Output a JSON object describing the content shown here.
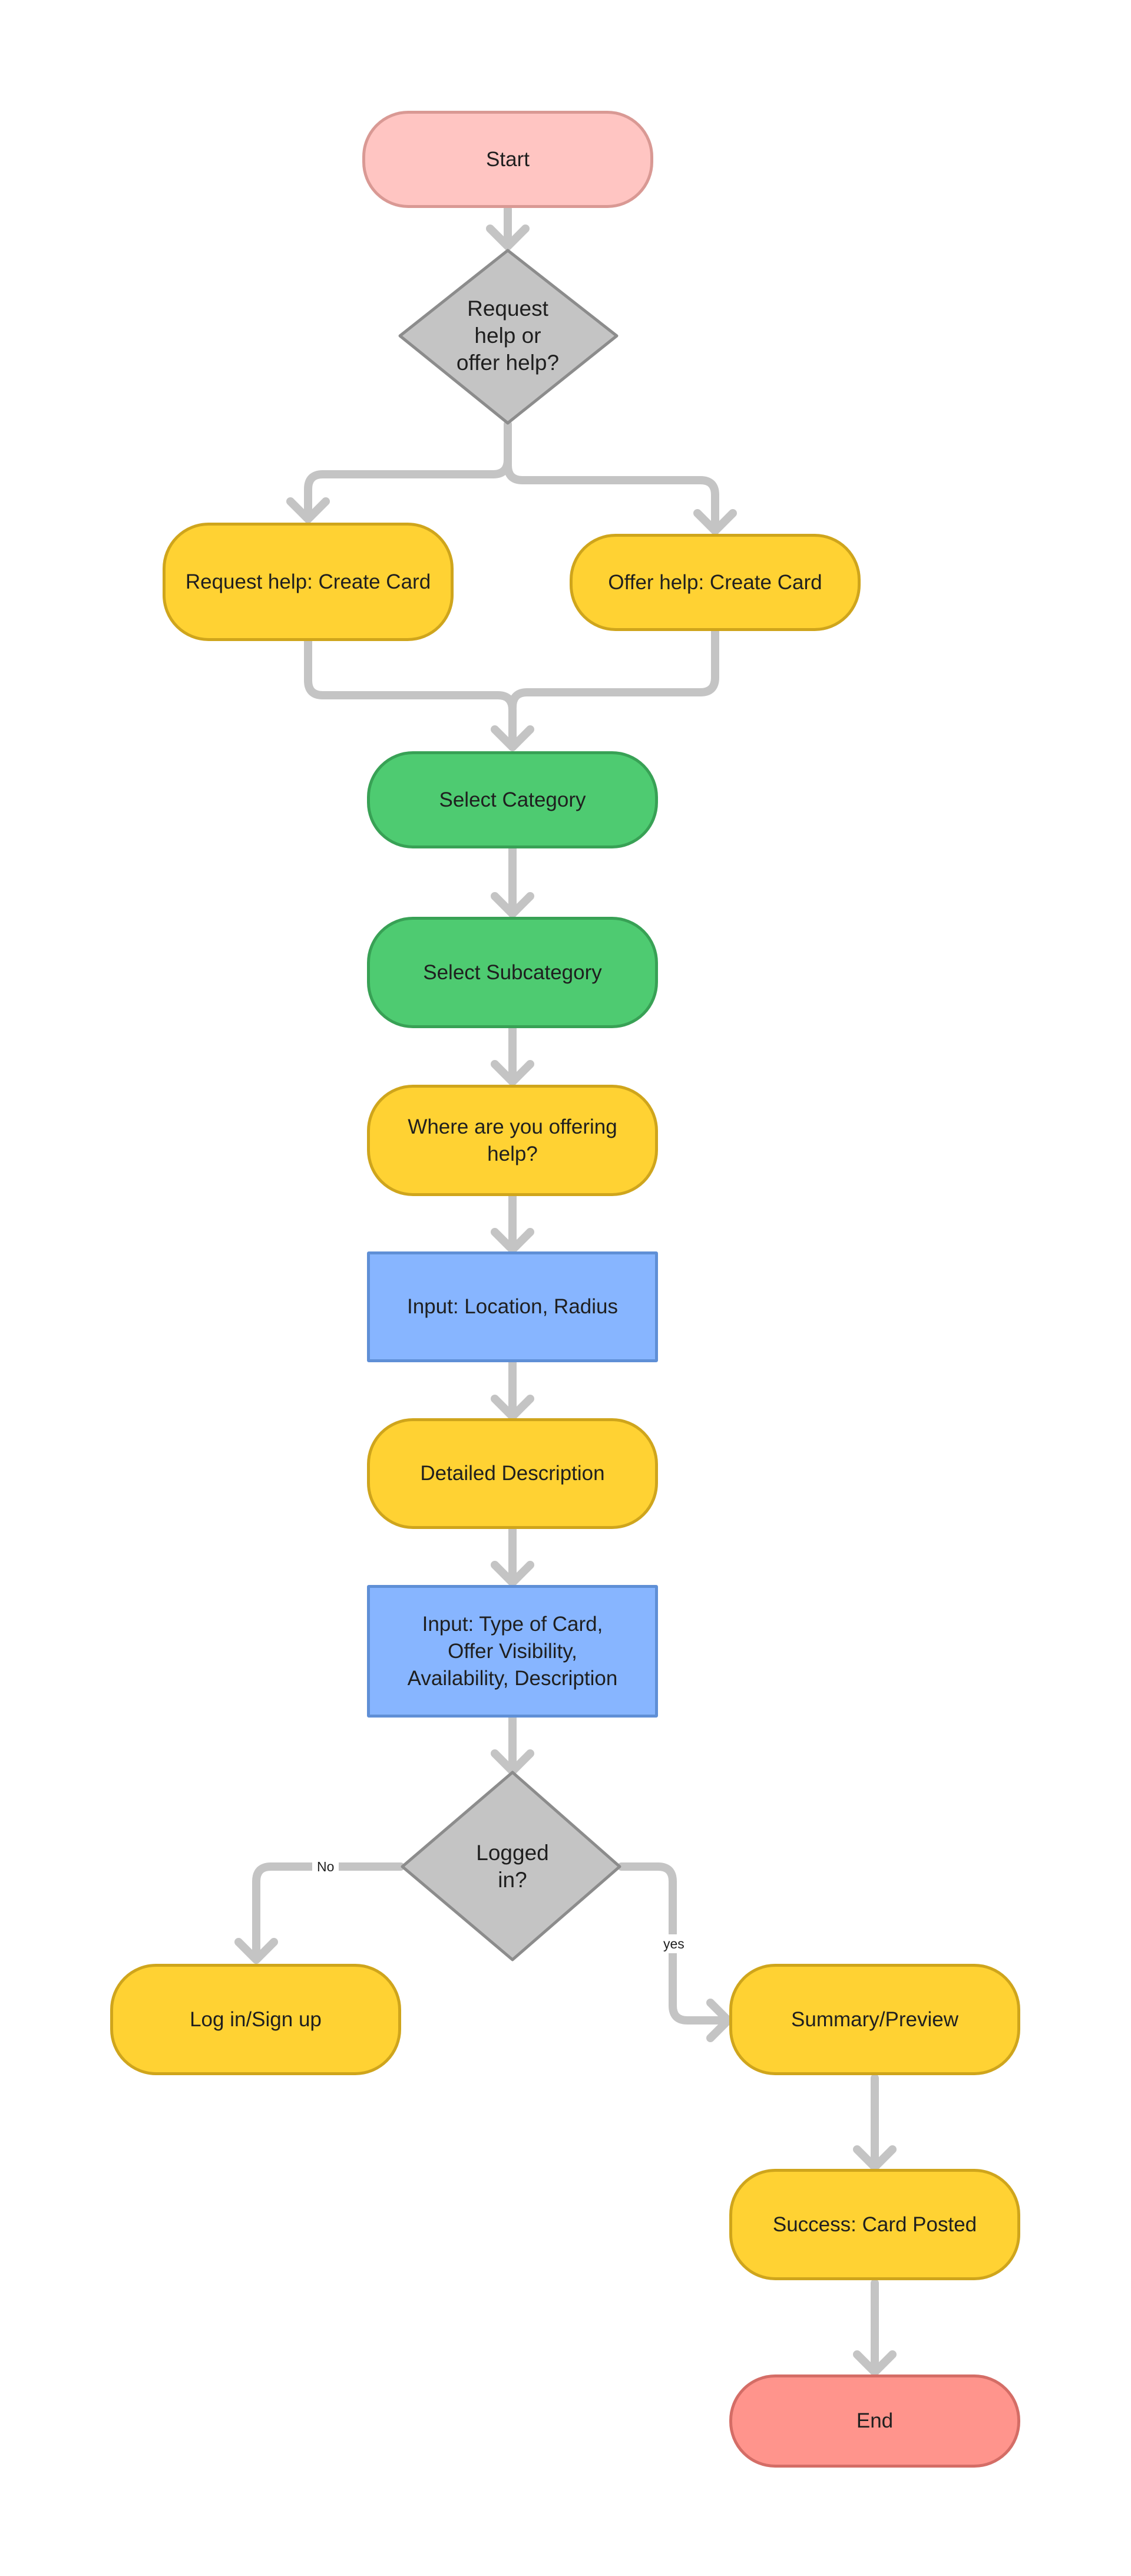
{
  "colors": {
    "start": "#ffc5c2",
    "end": "#ff948c",
    "process": "#ffd233",
    "category": "#4ecb71",
    "input": "#87b5ff",
    "decision": "#c4c4c4",
    "connector": "#c4c4c4"
  },
  "nodes": {
    "start": "Start",
    "decision_help": "Request help or offer help?",
    "request_help": "Request help: Create Card",
    "offer_help": "Offer help: Create Card",
    "select_category": "Select Category",
    "select_subcategory": "Select Subcategory",
    "where_offering": "Where are you offering help?",
    "input_location": "Input: Location, Radius",
    "detailed_description": "Detailed Description",
    "input_card": "Input: Type of Card, Offer Visibility, Availability, Description",
    "decision_logged": "Logged in?",
    "login": "Log in/Sign up",
    "summary": "Summary/Preview",
    "success": "Success: Card Posted",
    "end": "End"
  },
  "edge_labels": {
    "no": "No",
    "yes": "yes"
  }
}
